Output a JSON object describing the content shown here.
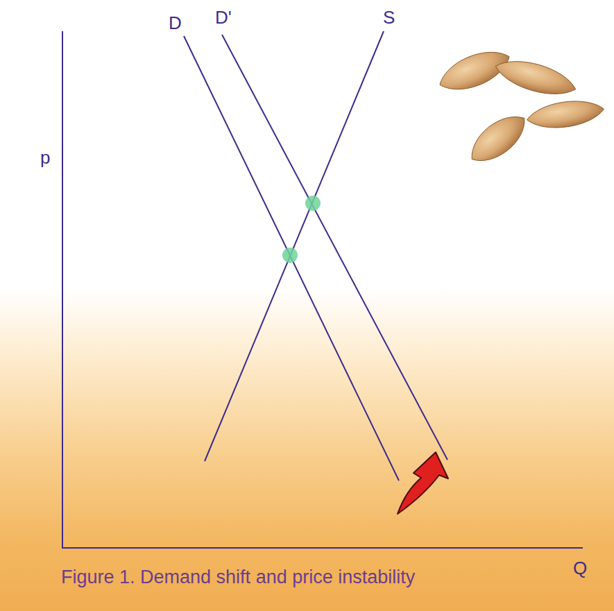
{
  "diagram": {
    "caption": "Figure 1. Demand shift and price instability",
    "labels": [
      "p",
      "Q",
      "D",
      "D'",
      "S"
    ]
  }
}
